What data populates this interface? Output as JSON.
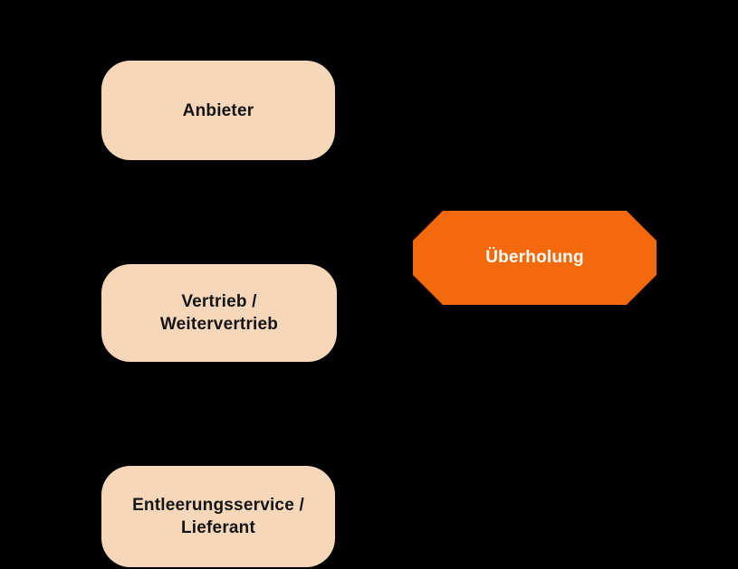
{
  "diagram": {
    "background_color": "#000000",
    "node_fill_color": "#F6D7BA",
    "node_text_color": "#141414",
    "highlight_fill_color": "#F5690D",
    "highlight_text_color": "#FFFFFF",
    "nodes": {
      "anbieter": {
        "label": "Anbieter",
        "shape": "rounded-rect"
      },
      "vertrieb": {
        "label": "Vertrieb / Weitervertrieb",
        "shape": "rounded-rect"
      },
      "ueberholung": {
        "label": "Überholung",
        "shape": "octagon"
      },
      "entleerung": {
        "label": "Entleerungsservice / Lieferant",
        "shape": "rounded-rect"
      }
    }
  }
}
